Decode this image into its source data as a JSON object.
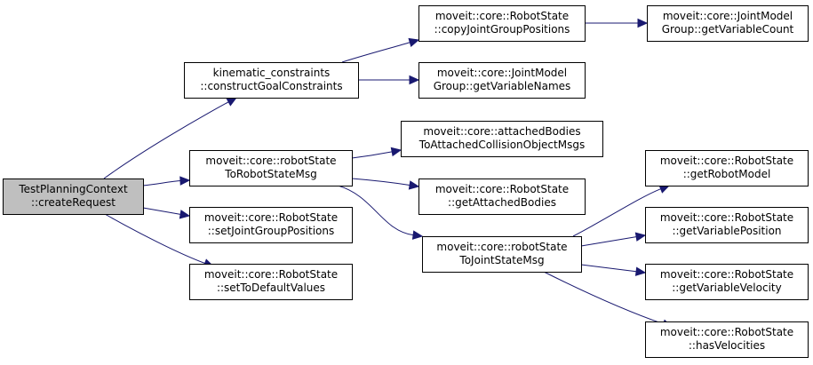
{
  "nodes": [
    {
      "id": "n0",
      "lines": [
        "TestPlanningContext",
        "::createRequest"
      ],
      "root": true,
      "link": false
    },
    {
      "id": "n1",
      "lines": [
        "kinematic_constraints",
        "::constructGoalConstraints"
      ],
      "link": true
    },
    {
      "id": "n2",
      "lines": [
        "moveit::core::robotState",
        "ToRobotStateMsg"
      ],
      "link": true
    },
    {
      "id": "n3",
      "lines": [
        "moveit::core::RobotState",
        "::setJointGroupPositions"
      ],
      "link": true
    },
    {
      "id": "n4",
      "lines": [
        "moveit::core::RobotState",
        "::setToDefaultValues"
      ],
      "link": true
    },
    {
      "id": "n5",
      "lines": [
        "moveit::core::RobotState",
        "::copyJointGroupPositions"
      ],
      "link": true
    },
    {
      "id": "n6",
      "lines": [
        "moveit::core::JointModel",
        "Group::getVariableNames"
      ],
      "link": true
    },
    {
      "id": "n7",
      "lines": [
        "moveit::core::JointModel",
        "Group::getVariableCount"
      ],
      "link": true
    },
    {
      "id": "n8",
      "lines": [
        "moveit::core::attachedBodies",
        "ToAttachedCollisionObjectMsgs"
      ],
      "link": true
    },
    {
      "id": "n9",
      "lines": [
        "moveit::core::RobotState",
        "::getAttachedBodies"
      ],
      "link": true
    },
    {
      "id": "n10",
      "lines": [
        "moveit::core::robotState",
        "ToJointStateMsg"
      ],
      "link": true
    },
    {
      "id": "n11",
      "lines": [
        "moveit::core::RobotState",
        "::getRobotModel"
      ],
      "link": true
    },
    {
      "id": "n12",
      "lines": [
        "moveit::core::RobotState",
        "::getVariablePosition"
      ],
      "link": true
    },
    {
      "id": "n13",
      "lines": [
        "moveit::core::RobotState",
        "::getVariableVelocity"
      ],
      "link": true
    },
    {
      "id": "n14",
      "lines": [
        "moveit::core::RobotState",
        "::hasVelocities"
      ],
      "link": true
    }
  ],
  "edges": [
    {
      "from": "n0",
      "to": "n1"
    },
    {
      "from": "n0",
      "to": "n2"
    },
    {
      "from": "n0",
      "to": "n3"
    },
    {
      "from": "n0",
      "to": "n4"
    },
    {
      "from": "n1",
      "to": "n5"
    },
    {
      "from": "n1",
      "to": "n6"
    },
    {
      "from": "n5",
      "to": "n7"
    },
    {
      "from": "n2",
      "to": "n8"
    },
    {
      "from": "n2",
      "to": "n9"
    },
    {
      "from": "n2",
      "to": "n10"
    },
    {
      "from": "n10",
      "to": "n11"
    },
    {
      "from": "n10",
      "to": "n12"
    },
    {
      "from": "n10",
      "to": "n13"
    },
    {
      "from": "n10",
      "to": "n14"
    }
  ],
  "colors": {
    "edge": "#191970",
    "root_fill": "#bfbfbf",
    "node_fill": "#ffffff",
    "border": "#000000"
  }
}
